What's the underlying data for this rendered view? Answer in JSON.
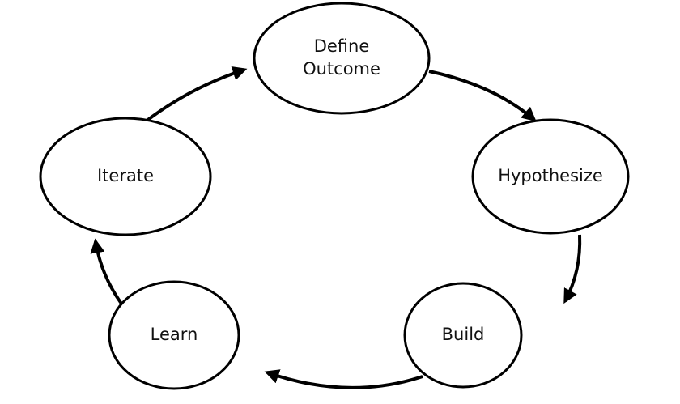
{
  "diagram": {
    "type": "cycle",
    "nodes": [
      {
        "id": "define",
        "lines": [
          "Define",
          "Outcome"
        ]
      },
      {
        "id": "hypothesize",
        "lines": [
          "Hypothesize"
        ]
      },
      {
        "id": "build",
        "lines": [
          "Build"
        ]
      },
      {
        "id": "learn",
        "lines": [
          "Learn"
        ]
      },
      {
        "id": "iterate",
        "lines": [
          "Iterate"
        ]
      }
    ],
    "edges": [
      {
        "from": "define",
        "to": "hypothesize"
      },
      {
        "from": "hypothesize",
        "to": "build"
      },
      {
        "from": "build",
        "to": "learn"
      },
      {
        "from": "learn",
        "to": "iterate"
      },
      {
        "from": "iterate",
        "to": "define"
      }
    ]
  }
}
